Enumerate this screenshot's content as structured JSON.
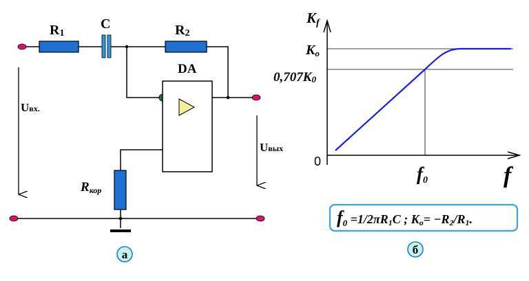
{
  "schematic": {
    "r1": {
      "letter": "R",
      "sub": "1"
    },
    "c": "C",
    "r2": {
      "letter": "R",
      "sub": "2"
    },
    "da": "DA",
    "u_in": {
      "letter": "U",
      "sub": "вх."
    },
    "u_out": {
      "letter": "U",
      "sub": "вых"
    },
    "rkor": {
      "letter": "R",
      "sub": "кор"
    },
    "badge": "а"
  },
  "graph": {
    "y_axis": {
      "letter": "K",
      "sub": "f"
    },
    "x_axis": "f",
    "origin": "0",
    "k0": {
      "letter": "K",
      "sub": "o"
    },
    "k707": {
      "prefix": "0,707K",
      "sub": "0"
    },
    "f0": {
      "letter": "f",
      "sub": "0"
    },
    "badge": "б"
  },
  "formula": {
    "f0_letter": "f",
    "f0_sub": "0",
    "eq1": " =1/2πR",
    "eq1_sub": "1",
    "eq1_tail": "C ; K",
    "k_sub": "o",
    "eq2": "= −R",
    "r2_sub": "2",
    "eq3": "/R",
    "r1_sub": "1",
    "end": "."
  },
  "colors": {
    "wire": "#000000",
    "resistor": "#1f6fd1",
    "capacitor": "#2a9ad9",
    "terminal": "#e0106e",
    "node_green": "#1e7d1e",
    "triangle": "#f4f096",
    "curve": "#1a1ae6",
    "box_border": "#3aa0e8"
  }
}
